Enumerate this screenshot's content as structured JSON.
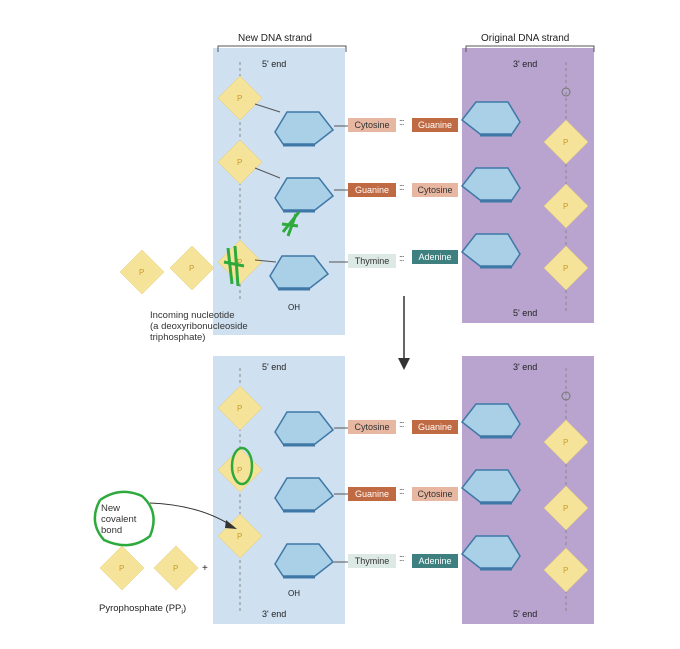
{
  "strand_labels": {
    "new_dna_strand": "New DNA strand",
    "original_dna_strand": "Original DNA strand"
  },
  "end_labels": {
    "top_left_5": "5' end",
    "top_right_3": "3' end",
    "top_right_bottom_5": "5' end",
    "bottom_left_5": "5' end",
    "bottom_right_3": "3' end",
    "bottom_left_3": "3' end",
    "bottom_right_5": "5' end"
  },
  "base_pairs_top": [
    {
      "left": "Cytosine",
      "right": "Guanine"
    },
    {
      "left": "Guanine",
      "right": "Cytosine"
    },
    {
      "left": "Thymine",
      "right": "Adenine"
    }
  ],
  "base_pairs_bottom": [
    {
      "left": "Cytosine",
      "right": "Guanine"
    },
    {
      "left": "Guanine",
      "right": "Cytosine"
    },
    {
      "left": "Thymine",
      "right": "Adenine"
    }
  ],
  "hbond_symbol": ":::",
  "incoming_nucleotide": {
    "line1": "Incoming nucleotide",
    "line2": "(a deoxyribonucleoside",
    "line3": "triphosphate)"
  },
  "new_bond_note": {
    "line1": "New",
    "line2": "covalent",
    "line3": "bond"
  },
  "pyrophosphate_label": "Pyrophosphate (PP",
  "pyrophosphate_sub": "i",
  "pyrophosphate_close": ")",
  "plus_sign": "+",
  "oh_label": "OH",
  "colors": {
    "new_strand_bg": "#cfe0f1",
    "original_strand_bg": "#b8a4cf",
    "phosphate_fill": "#f6e39a",
    "sugar_fill": "#a9d0e6",
    "sugar_dark": "#3f78a6",
    "cytosine": "#e7b7a1",
    "guanine": "#c06a43",
    "thymine": "#dde9e4",
    "adenine": "#3e7f7f",
    "annotation_green": "#2eaa3d"
  }
}
